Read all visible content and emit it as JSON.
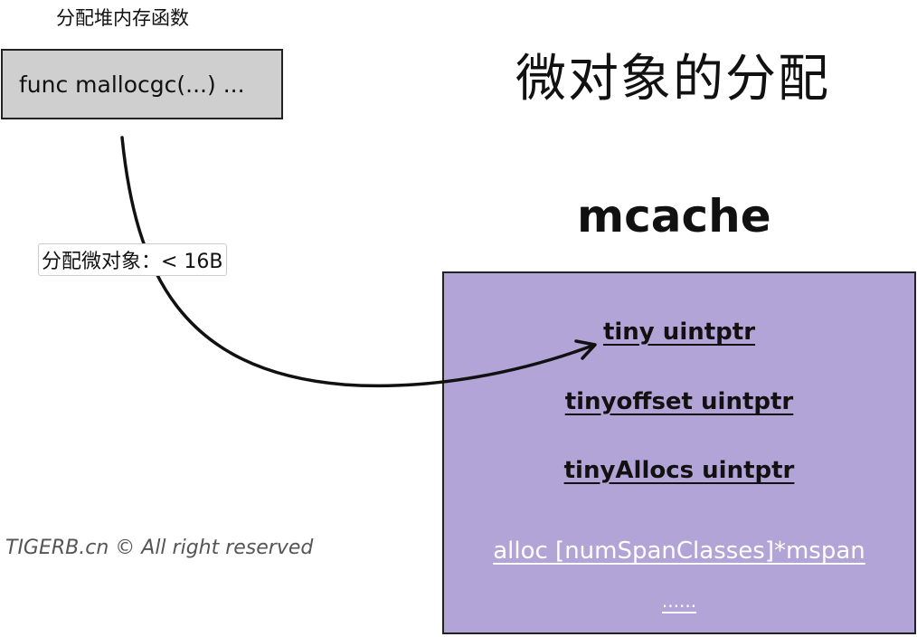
{
  "func": {
    "caption": "分配堆内存函数",
    "signature": "func mallocgc(...) ..."
  },
  "diagram_title": "微对象的分配",
  "mcache": {
    "title": "mcache",
    "fields": [
      "tiny uintptr",
      "tinyoffset uintptr",
      "tinyAllocs uintptr",
      "alloc [numSpanClasses]*mspan",
      "......"
    ]
  },
  "arrow_label": "分配微对象：< 16B",
  "copyright": "TIGERB.cn © All right reserved",
  "colors": {
    "func_box": "#cfcfcf",
    "mcache_box": "#b2a4d6",
    "line": "#111111"
  }
}
